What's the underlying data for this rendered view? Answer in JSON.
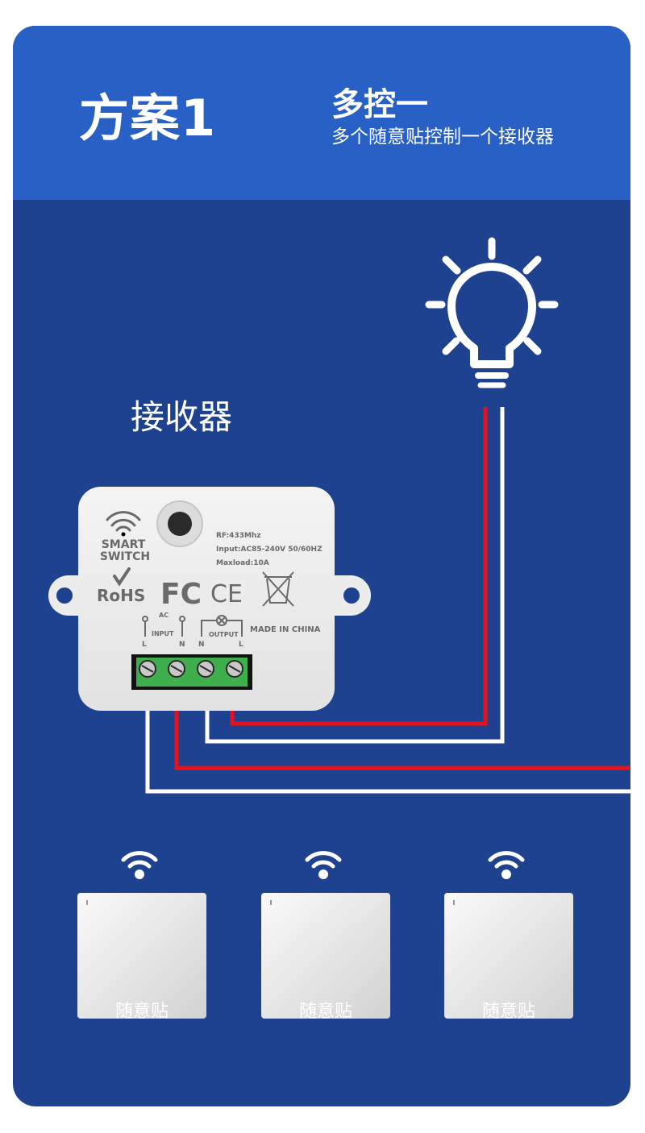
{
  "header": {
    "plan_title": "方案1",
    "mode_title": "多控一",
    "mode_subtitle": "多个随意贴控制一个接收器"
  },
  "receiver": {
    "label": "接收器",
    "brand_line1": "SMART",
    "brand_line2": "SWITCH",
    "spec_rf": "RF:433Mhz",
    "spec_input": "Input:AC85-240V 50/60HZ",
    "spec_load": "Maxload:10A",
    "cert_rohs": "RoHS",
    "cert_fc": "FC",
    "cert_ce": "CE",
    "made_in": "MADE IN CHINA",
    "ac_label": "AC",
    "input_label": "INPUT",
    "output_label": "OUTPUT",
    "term_input_l": "L",
    "term_input_n": "N",
    "term_output_n": "N",
    "term_output_l": "L"
  },
  "remotes": [
    {
      "label": "随意贴"
    },
    {
      "label": "随意贴"
    },
    {
      "label": "随意贴"
    }
  ],
  "colors": {
    "page_bg": "#ffffff",
    "card_bg": "#1e4290",
    "header_bg": "#2860c6",
    "wire_live": "#e8101a",
    "wire_neutral": "#ffffff",
    "terminal_green": "#3fae4c"
  },
  "icons": [
    "light-bulb-icon",
    "wifi-icon",
    "recycle-bin-icon"
  ]
}
